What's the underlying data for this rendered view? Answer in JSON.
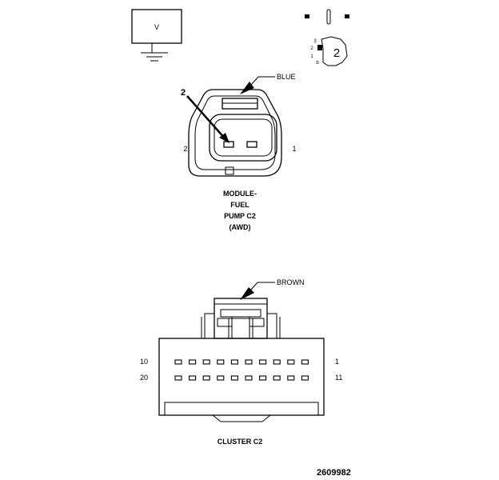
{
  "ground_symbol": {
    "label": "V"
  },
  "pin_locator": {
    "number": "2",
    "pins": [
      "3",
      "2",
      "1",
      "b"
    ]
  },
  "fuel_pump_connector": {
    "color_callout": "BLUE",
    "pointer_label": "2",
    "pin_left": "2",
    "pin_right": "1",
    "caption_lines": [
      "MODULE-",
      "FUEL",
      "PUMP C2",
      "(AWD)"
    ]
  },
  "cluster_connector": {
    "color_callout": "BROWN",
    "row1_left": "10",
    "row1_right": "1",
    "row2_left": "20",
    "row2_right": "11",
    "caption": "CLUSTER C2",
    "pins_per_row": 10
  },
  "figure_id": "2609982"
}
